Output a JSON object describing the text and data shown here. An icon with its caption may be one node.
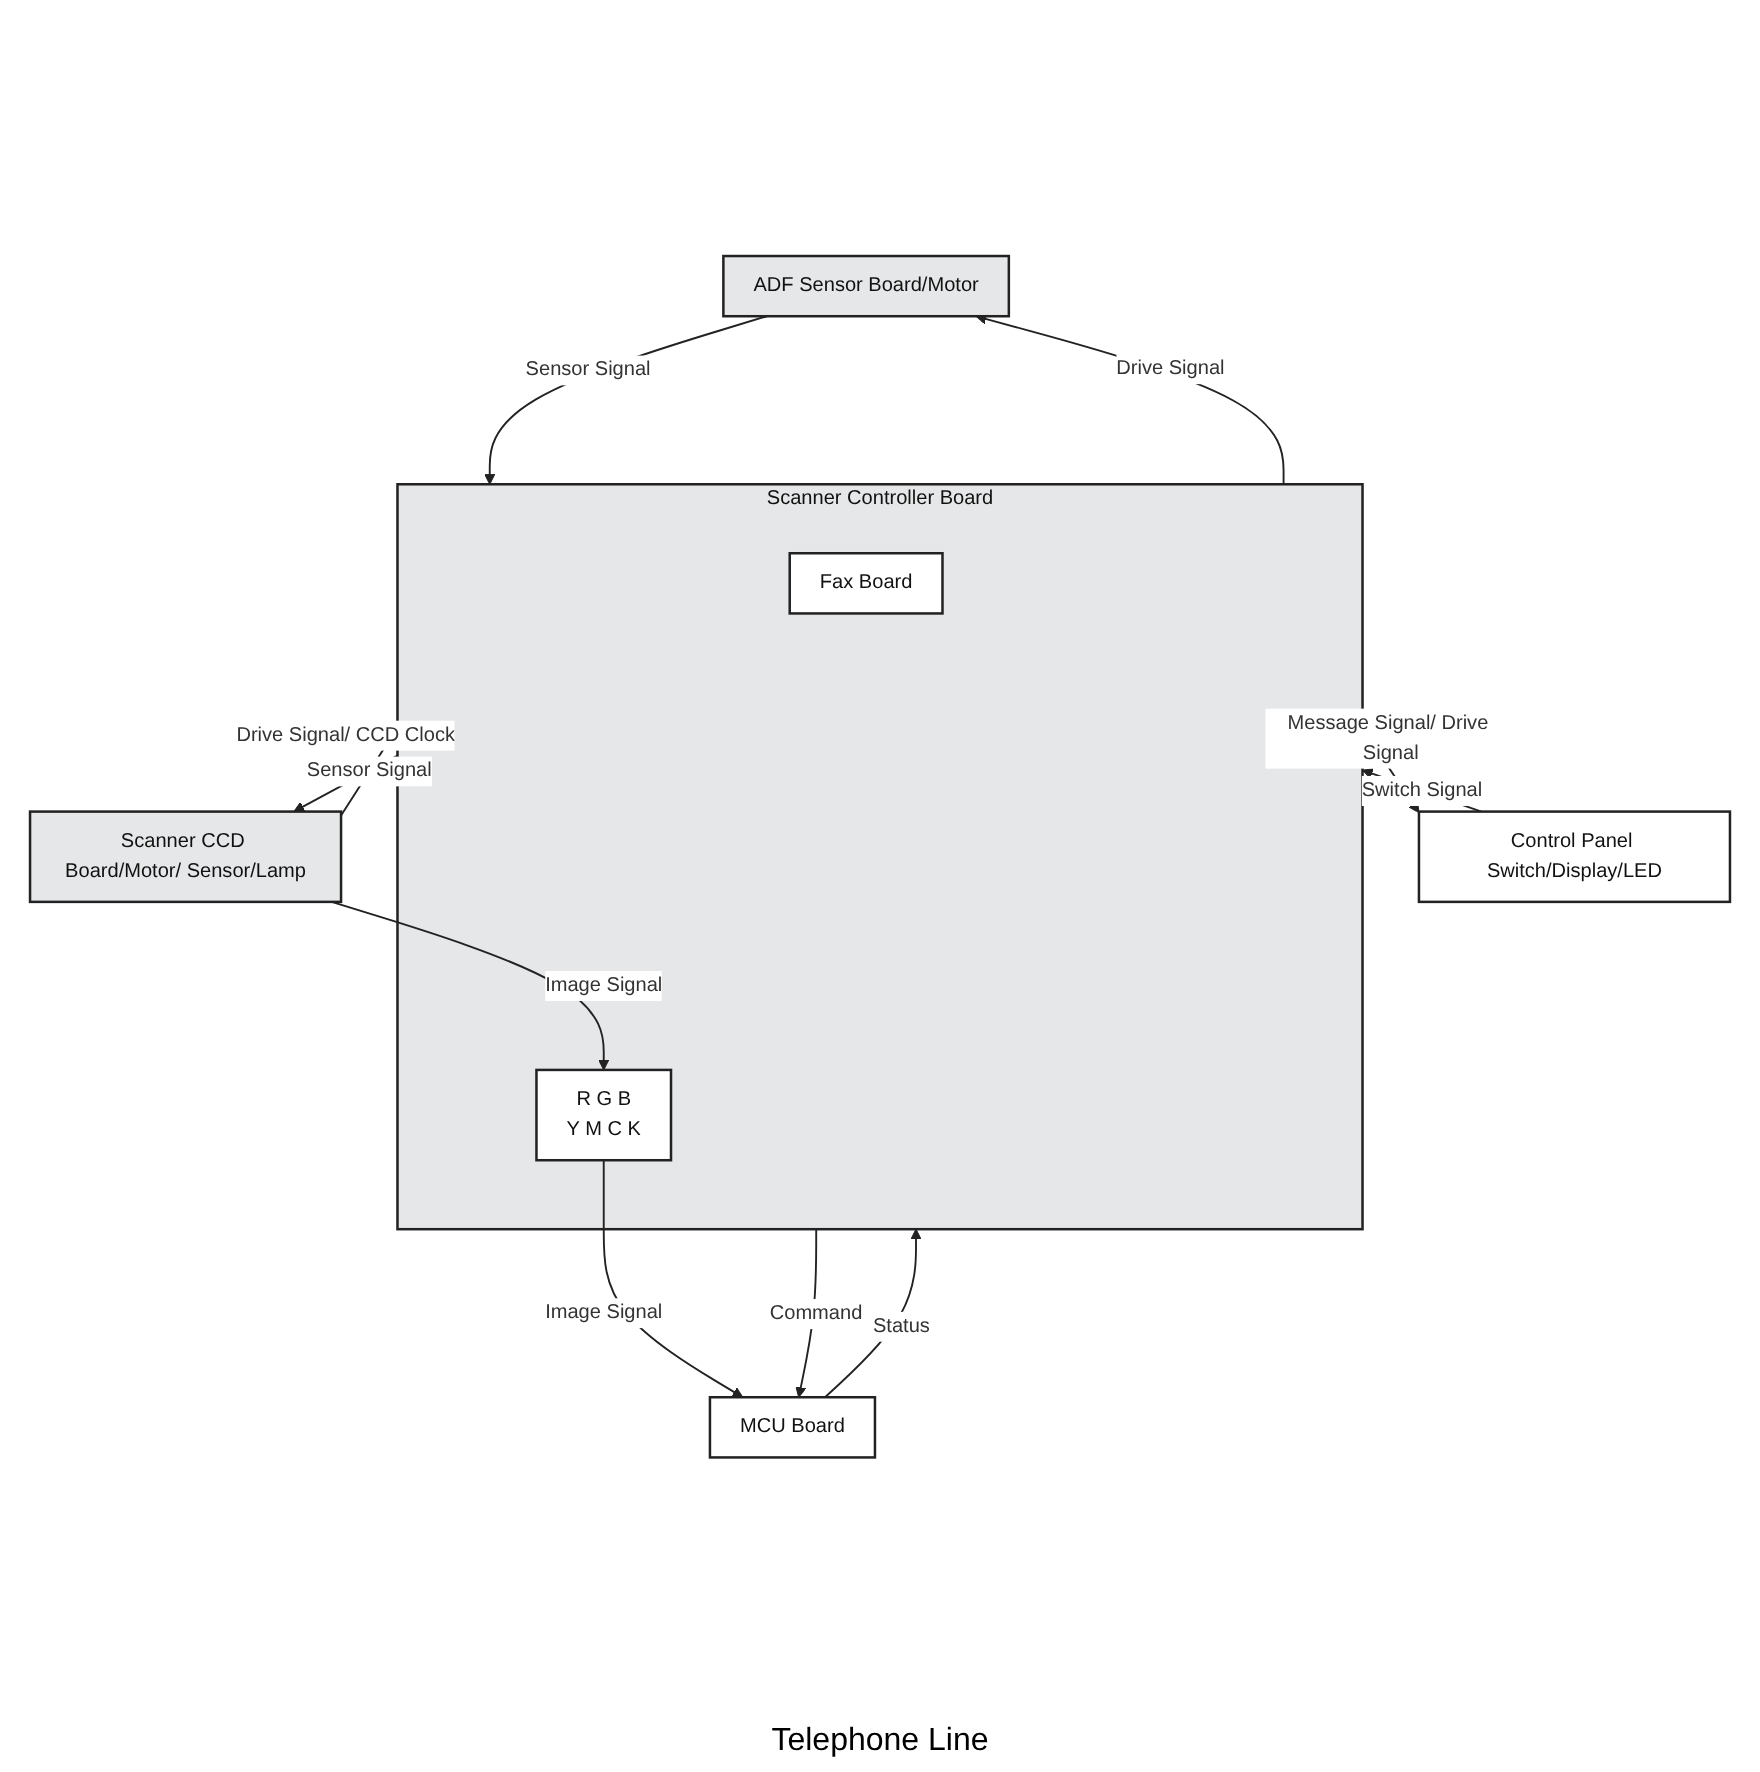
{
  "diagram": {
    "nodes": [
      {
        "text": [
          "ADF Sensor Board/Motor"
        ]
      },
      {
        "text": [
          "Scanner Controller Board"
        ]
      },
      {
        "text": [
          "Fax Board"
        ],
        "in": 1
      },
      {
        "text": [
          "Scanner CCD Board/Motor/ Sensor/Lamp"
        ]
      },
      {
        "text": [
          "R G B",
          "Y M C K"
        ],
        "in": 1
      },
      {
        "text": [
          "Control Panel Switch/Display/LED"
        ]
      },
      {
        "text": [
          "MCU Board"
        ]
      }
    ],
    "edges": [
      {
        "from": 0,
        "to": 1,
        "arrow": "to",
        "label": "Sensor Signal"
      },
      {
        "from": 1,
        "to": 0,
        "arrow": "to",
        "label": "Drive Signal"
      },
      {
        "from": 3,
        "to": 1,
        "arrow": "to",
        "label": "Sensor Signal"
      },
      {
        "from": 1,
        "to": 3,
        "arrow": "to",
        "label": "Drive Signal/ CCD Clock"
      },
      {
        "from": 3,
        "to": 4,
        "arrow": "to",
        "label": "Image Signal"
      },
      {
        "from": 5,
        "to": 1,
        "arrow": "to",
        "label": "Switch Signal"
      },
      {
        "from": 1,
        "to": 5,
        "arrow": "to",
        "label": "Message Signal/ Drive Signal"
      },
      {
        "from": 1,
        "to": 6,
        "arrow": "to",
        "label": "Command"
      },
      {
        "from": 6,
        "to": 1,
        "arrow": "to",
        "label": "Status"
      },
      {
        "from": 4,
        "to": 6,
        "arrow": "to",
        "label": "Image Signal"
      }
    ],
    "labels": [
      "Telephone Line"
    ]
  }
}
